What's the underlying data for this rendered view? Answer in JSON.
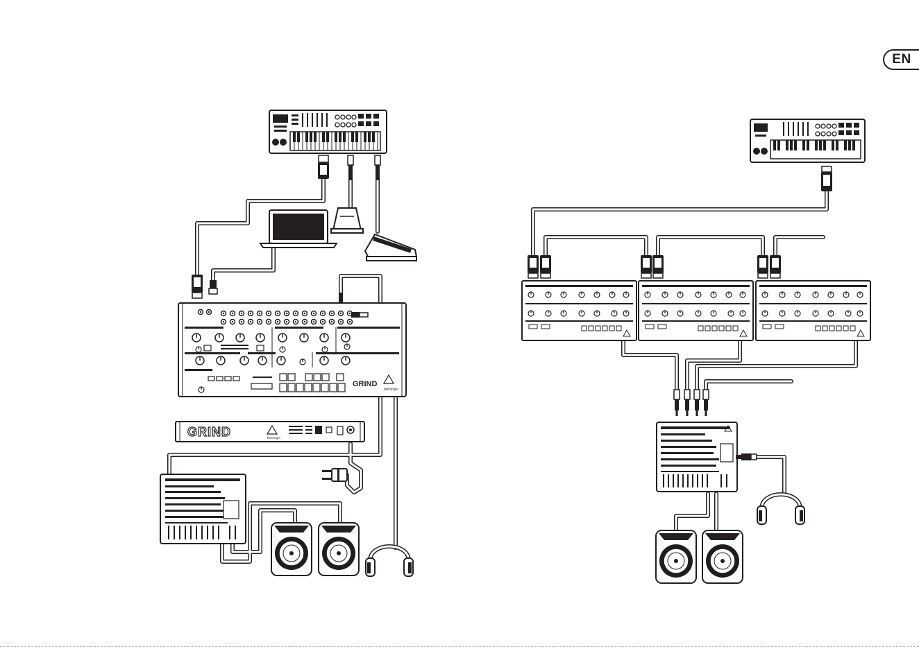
{
  "page": {
    "language_badge": "EN"
  },
  "brand": {
    "logo_text": "GRIND",
    "manufacturer": "behringer"
  },
  "colors": {
    "line": "#231f20",
    "cable_fill": "#ffffff",
    "device_fill": "#ffffff",
    "speaker_cone": "#1e1e1e"
  }
}
